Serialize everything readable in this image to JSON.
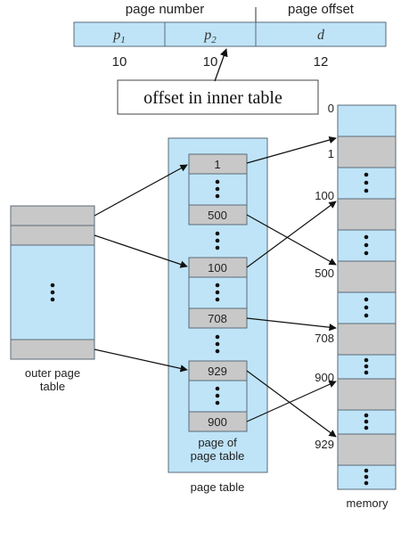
{
  "header": {
    "page_number_label": "page number",
    "page_offset_label": "page offset",
    "fields": [
      {
        "label": "p1",
        "label_base": "p",
        "label_sub": "1",
        "bits": "10"
      },
      {
        "label": "p2",
        "label_base": "p",
        "label_sub": "2",
        "bits": "10"
      },
      {
        "label": "d",
        "label_base": "d",
        "label_sub": "",
        "bits": "12"
      }
    ],
    "callout": "offset in inner table"
  },
  "outer_table": {
    "label_line1": "outer page",
    "label_line2": "table"
  },
  "page_table": {
    "label": "page table",
    "inner_label_line1": "page of",
    "inner_label_line2": "page table",
    "entries": [
      "1",
      "500",
      "100",
      "708",
      "929",
      "900"
    ]
  },
  "memory": {
    "label": "memory",
    "addresses": [
      "0",
      "1",
      "100",
      "500",
      "708",
      "900",
      "929"
    ]
  },
  "colors": {
    "light_blue": "#bfe4f7",
    "gray": "#c8c8c8",
    "border": "#5a6a78"
  }
}
